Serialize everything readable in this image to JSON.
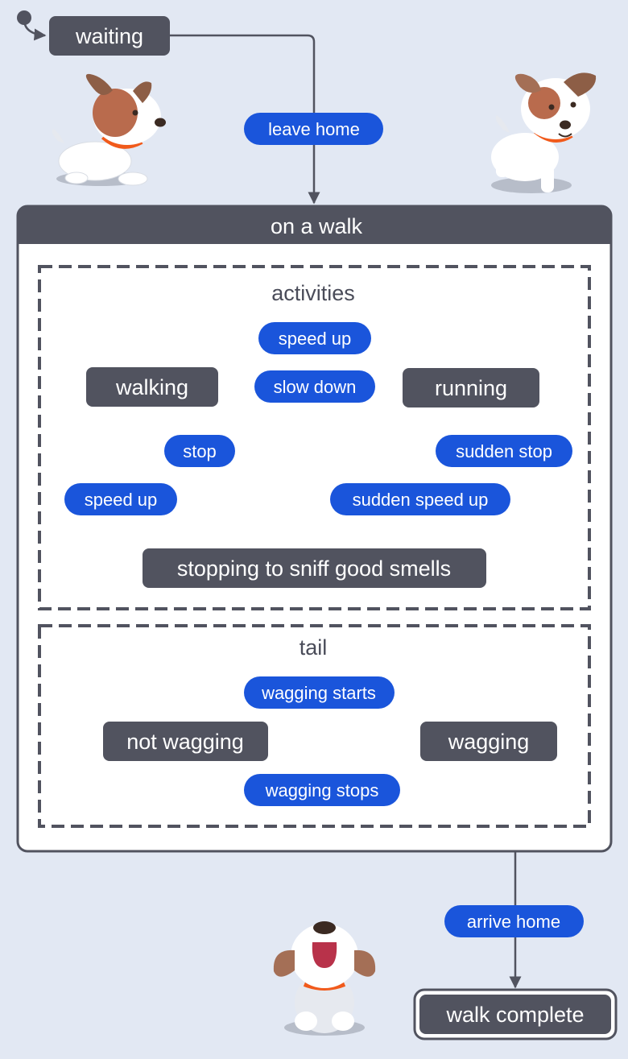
{
  "colors": {
    "background": "#e2e8f3",
    "state": "#51535f",
    "transition_label": "#1a55db",
    "text_on_dark": "#ffffff"
  },
  "states": {
    "waiting": "waiting",
    "on_a_walk": "on a walk",
    "walking": "walking",
    "running": "running",
    "sniffing": "stopping to sniff good smells",
    "not_wagging": "not wagging",
    "wagging": "wagging",
    "walk_complete": "walk complete"
  },
  "regions": {
    "activities": "activities",
    "tail": "tail"
  },
  "transitions": {
    "leave_home": "leave home",
    "speed_up_top": "speed up",
    "slow_down": "slow down",
    "stop": "stop",
    "speed_up_left": "speed up",
    "sudden_stop": "sudden stop",
    "sudden_speed_up": "sudden speed up",
    "wagging_starts": "wagging starts",
    "wagging_stops": "wagging stops",
    "arrive_home": "arrive home"
  },
  "icons": [
    "puppy-lying-icon",
    "puppy-standing-icon",
    "puppy-sitting-icon"
  ]
}
